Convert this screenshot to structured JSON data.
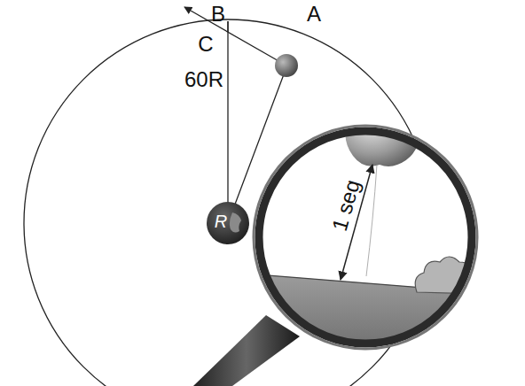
{
  "diagram": {
    "labels": [
      "B",
      "A",
      "C",
      "60R",
      "R",
      "1 seg"
    ]
  }
}
